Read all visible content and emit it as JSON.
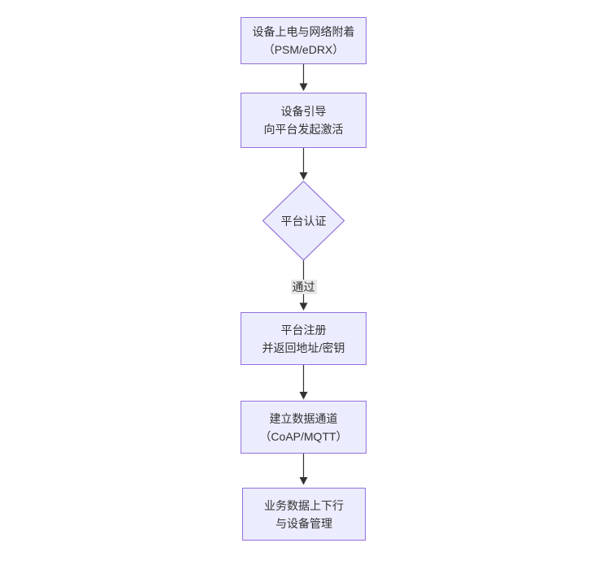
{
  "flowchart": {
    "type": "flowchart-vertical",
    "colors": {
      "canvas_bg": "#ffffff",
      "node_fill": "#ECECFF",
      "node_border": "#9370DB",
      "edge_color": "#333333",
      "text_color": "#333333",
      "edge_label_bg": "#e8e8e8"
    },
    "nodes": [
      {
        "id": "A",
        "shape": "rect",
        "lines": [
          "设备上电与网络附着",
          "（PSM/eDRX）"
        ]
      },
      {
        "id": "B",
        "shape": "rect",
        "lines": [
          "设备引导",
          "向平台发起激活"
        ]
      },
      {
        "id": "C",
        "shape": "diamond",
        "lines": [
          "平台认证"
        ]
      },
      {
        "id": "D",
        "shape": "rect",
        "lines": [
          "平台注册",
          "并返回地址/密钥"
        ]
      },
      {
        "id": "E",
        "shape": "rect",
        "lines": [
          "建立数据通道",
          "（CoAP/MQTT）"
        ]
      },
      {
        "id": "F",
        "shape": "rect",
        "lines": [
          "业务数据上下行",
          "与设备管理"
        ]
      }
    ],
    "edges": [
      {
        "from": "A",
        "to": "B",
        "label": ""
      },
      {
        "from": "B",
        "to": "C",
        "label": ""
      },
      {
        "from": "C",
        "to": "D",
        "label": "通过"
      },
      {
        "from": "D",
        "to": "E",
        "label": ""
      },
      {
        "from": "E",
        "to": "F",
        "label": ""
      }
    ]
  }
}
